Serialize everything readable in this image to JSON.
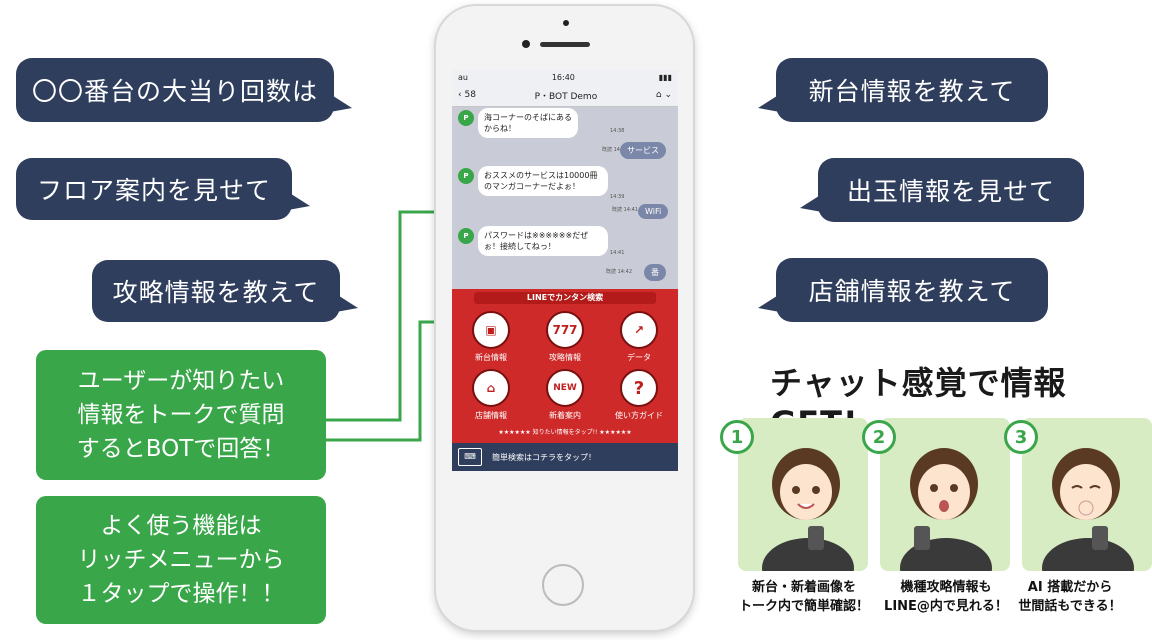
{
  "bubbles_left": [
    "〇〇番台の大当り回数は",
    "フロア案内を見せて",
    "攻略情報を教えて"
  ],
  "bubbles_right": [
    "新台情報を教えて",
    "出玉情報を見せて",
    "店舗情報を教えて"
  ],
  "green_boxes": [
    [
      "ユーザーが知りたい",
      "情報をトークで質問",
      "するとBOTで回答！"
    ],
    [
      "よく使う機能は",
      "リッチメニューから",
      "１タップで操作！！"
    ]
  ],
  "phone": {
    "status_left": "au",
    "status_time": "16:40",
    "nav_back": "58",
    "nav_title": "P・BOT Demo",
    "messages": [
      {
        "text": "海コーナーのそばにあるからね！",
        "time": "14:38"
      },
      {
        "text": "おススメのサービスは10000冊のマンガコーナーだよぉ！",
        "time": "14:39"
      },
      {
        "text": "パスワードは※※※※※※だぜぉ！接続してねっ！",
        "time": "14:41"
      }
    ],
    "my_messages": [
      {
        "text": "サービス",
        "meta": "既読 14:39"
      },
      {
        "text": "WiFi",
        "meta": "既読 14:41"
      },
      {
        "text": "番",
        "meta": "既読 14:42"
      }
    ],
    "menu_title": "LINEでカンタン検索",
    "menu_items": [
      {
        "label": "新台情報",
        "icon": "slot-machine-icon",
        "glyph": "▣"
      },
      {
        "label": "攻略情報",
        "icon": "reels-icon",
        "glyph": "777"
      },
      {
        "label": "データ",
        "icon": "chart-icon",
        "glyph": "↗"
      },
      {
        "label": "店舗情報",
        "icon": "store-icon",
        "glyph": "⌂"
      },
      {
        "label": "新着案内",
        "icon": "new-badge-icon",
        "glyph": "NEW"
      },
      {
        "label": "使い方ガイド",
        "icon": "question-icon",
        "glyph": "?"
      }
    ],
    "menu_tap_text": "★★★★★★ 知りたい情報をタップ!! ★★★★★★",
    "bottom_text": "簡単検索はコチラをタップ！"
  },
  "headline": "チャット感覚で情報GET!",
  "steps": [
    {
      "num": "1",
      "caption": [
        "新台・新着画像を",
        "トーク内で簡単確認！"
      ]
    },
    {
      "num": "2",
      "caption": [
        "機種攻略情報も",
        "LINE@内で見れる！"
      ]
    },
    {
      "num": "3",
      "caption": [
        "AI 搭載だから",
        "世間話もできる！"
      ]
    }
  ],
  "colors": {
    "bubble": "#2f3e5c",
    "green": "#3aa64a",
    "menu_red": "#cf2a2a"
  }
}
